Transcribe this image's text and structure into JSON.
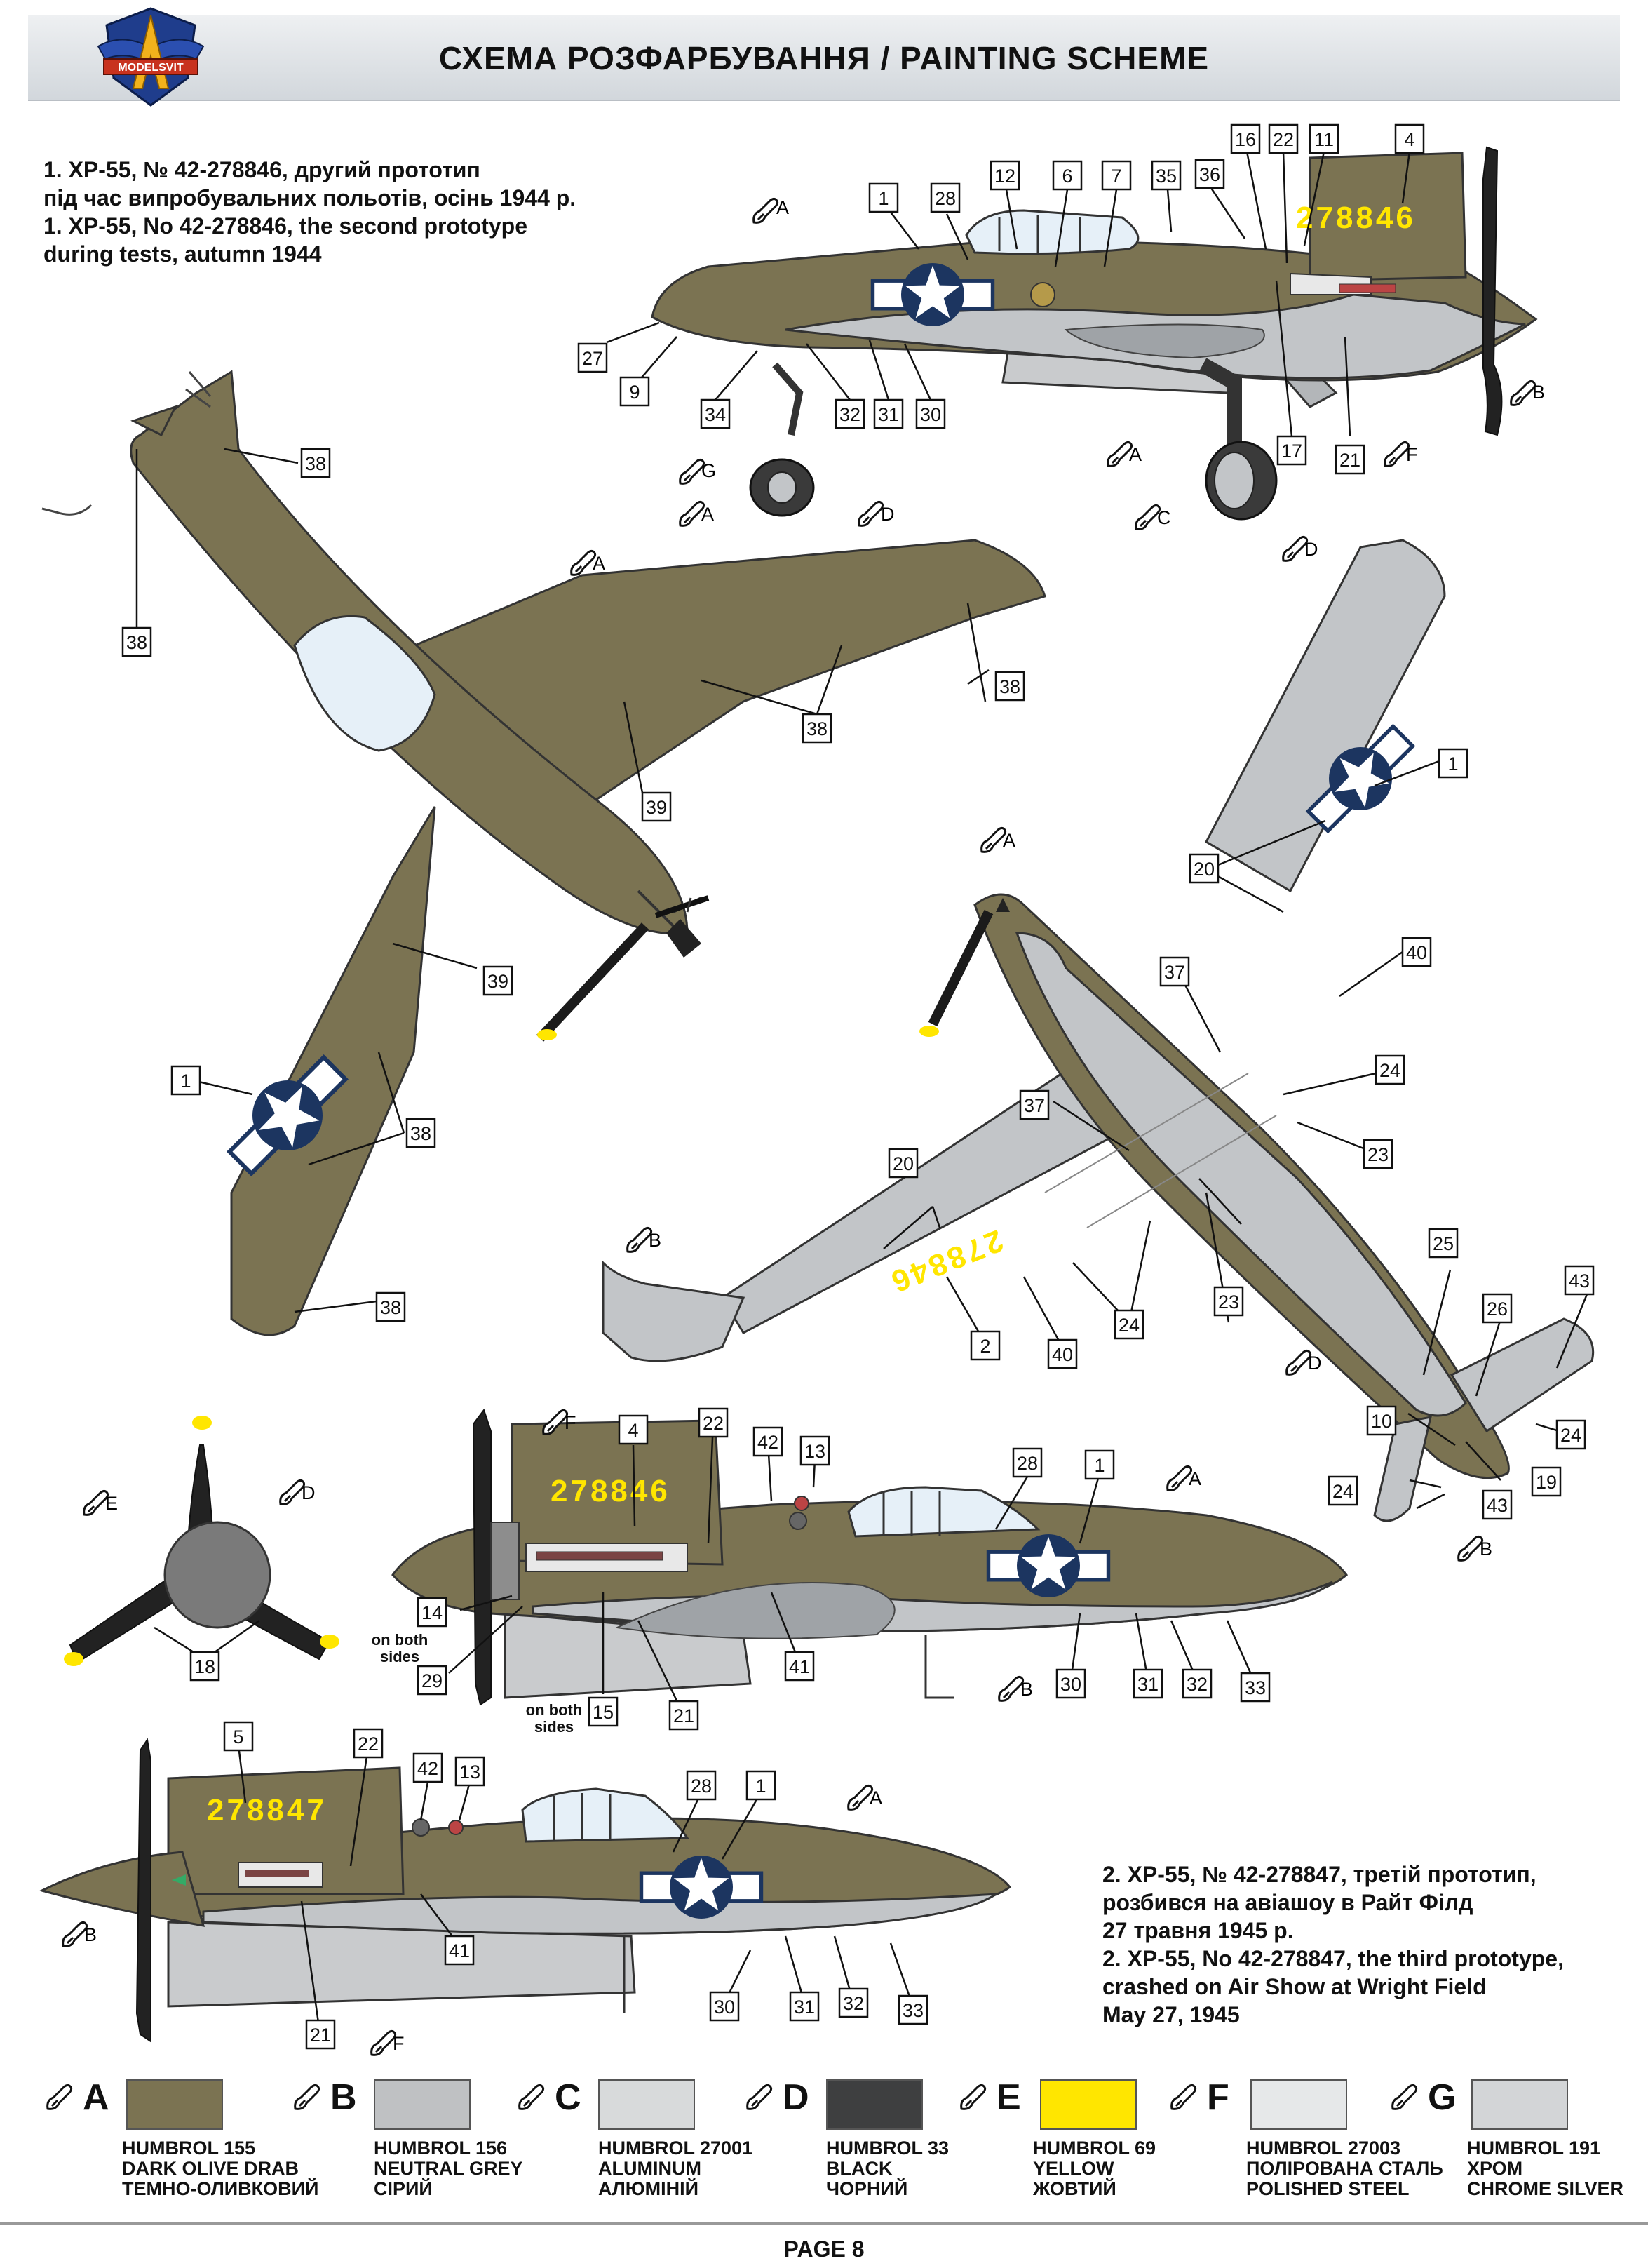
{
  "header": {
    "title": "СХЕМА РОЗФАРБУВАННЯ  / PAINTING  SCHEME",
    "logo_text": "MODELSVIT"
  },
  "descriptions": {
    "first": [
      "1. XP-55, № 42-278846, другий прототип",
      "під час випробувальних польотів, осінь 1944 р.",
      "1. XP-55, No 42-278846, the second prototype",
      "during tests, autumn 1944"
    ],
    "second": [
      "2. XP-55, № 42-278847, третій прототип,",
      "розбився на авіашоу в Райт Філд",
      "27 травня 1945 р.",
      "2. XP-55, No 42-278847, the third prototype,",
      "crashed on Air Show at Wright Field",
      "May 27, 1945"
    ]
  },
  "markings": {
    "serial_1": "278846",
    "serial_2": "278847"
  },
  "notes": {
    "on_both_sides": "on both\nsides"
  },
  "colors": {
    "olive": "#7b7352",
    "grey": "#c2c5c8",
    "insignia_blue": "#1c3560",
    "yellow": "#ffe600",
    "canopy": "#e6f0f8"
  },
  "callouts": {
    "side1": [
      "1",
      "28",
      "12",
      "6",
      "7",
      "35",
      "36",
      "16",
      "22",
      "11",
      "4",
      "27",
      "9",
      "34",
      "32",
      "31",
      "30",
      "17",
      "21"
    ],
    "top": [
      "38",
      "38",
      "38",
      "38",
      "39",
      "39",
      "1",
      "38",
      "38"
    ],
    "bottom": [
      "1",
      "20",
      "40",
      "37",
      "24",
      "37",
      "23",
      "20",
      "2",
      "40",
      "24",
      "23",
      "25",
      "26",
      "43",
      "10",
      "24",
      "24",
      "43",
      "19"
    ],
    "side2": [
      "4",
      "22",
      "42",
      "13",
      "28",
      "1",
      "14",
      "29",
      "15",
      "21",
      "41",
      "30",
      "31",
      "32",
      "33"
    ],
    "side3": [
      "5",
      "22",
      "42",
      "13",
      "28",
      "1",
      "41",
      "21",
      "30",
      "31",
      "32",
      "33"
    ],
    "prop": [
      "18"
    ]
  },
  "paint_letters": [
    "A",
    "B",
    "C",
    "D",
    "E",
    "F",
    "G"
  ],
  "palette": [
    {
      "letter": "A",
      "color": "#7b7352",
      "lines": [
        "HUMBROL 155",
        "DARK OLIVE DRAB",
        "ТЕМНО-ОЛИВКОВИЙ"
      ]
    },
    {
      "letter": "B",
      "color": "#bfc1c3",
      "lines": [
        "HUMBROL 156",
        "NEUTRAL GREY",
        "СІРИЙ"
      ]
    },
    {
      "letter": "C",
      "color": "#d8dadb",
      "lines": [
        "HUMBROL 27001",
        "ALUMINUM",
        "АЛЮМІНІЙ"
      ]
    },
    {
      "letter": "D",
      "color": "#3e3f40",
      "lines": [
        "HUMBROL 33",
        "BLACK",
        "ЧОРНИЙ"
      ]
    },
    {
      "letter": "E",
      "color": "#ffe600",
      "lines": [
        "HUMBROL 69",
        "YELLOW",
        "ЖОВТИЙ"
      ]
    },
    {
      "letter": "F",
      "color": "#e6e8e9",
      "lines": [
        "HUMBROL 27003",
        "ПОЛІРОВАНА СТАЛЬ",
        "POLISHED STEEL"
      ]
    },
    {
      "letter": "G",
      "color": "#d3d5d7",
      "lines": [
        "HUMBROL 191",
        "ХРОМ",
        "CHROME SILVER"
      ]
    }
  ],
  "footer": {
    "page": "PAGE 8"
  }
}
